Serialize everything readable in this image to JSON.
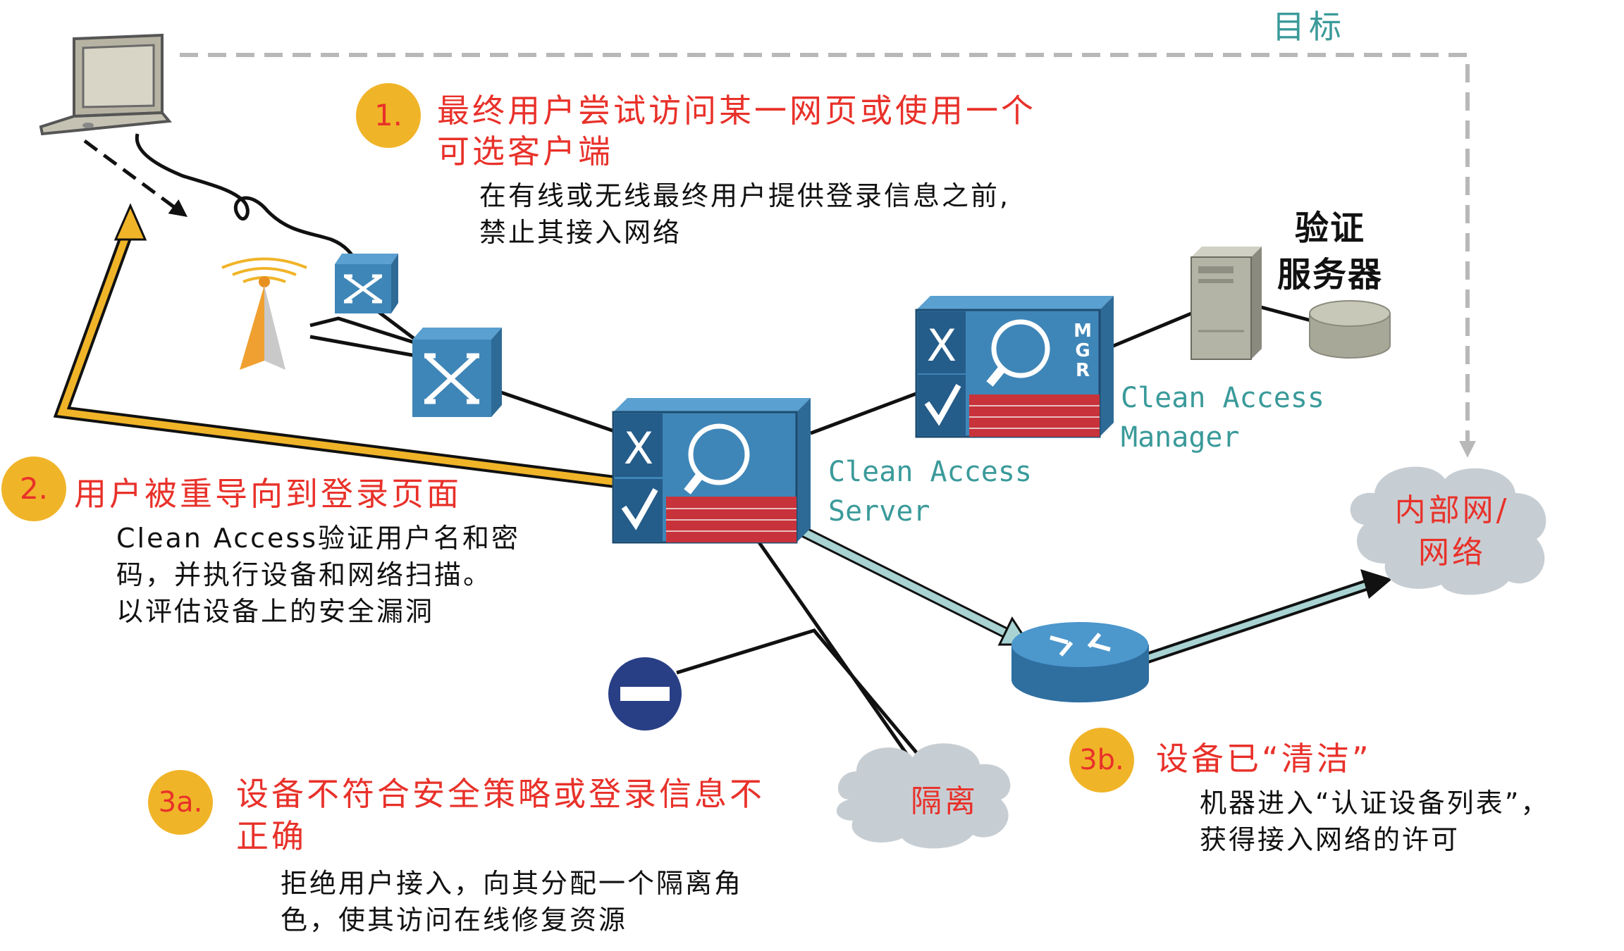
{
  "target_label": "目标",
  "steps": {
    "s1": {
      "badge": "1.",
      "title_line1": "最终用户尝试访问某一网页或使用一个",
      "title_line2": "可选客户端",
      "desc_line1": "在有线或无线最终用户提供登录信息之前,",
      "desc_line2": "禁止其接入网络"
    },
    "s2": {
      "badge": "2.",
      "title": "用户被重导向到登录页面",
      "desc_line1": "Clean Access验证用户名和密",
      "desc_line2": "码，并执行设备和网络扫描。",
      "desc_line3": "以评估设备上的安全漏洞"
    },
    "s3a": {
      "badge": "3a.",
      "title_line1": "设备不符合安全策略或登录信息不",
      "title_line2": "正确",
      "desc_line1": "拒绝用户接入，向其分配一个隔离角",
      "desc_line2": "色，使其访问在线修复资源"
    },
    "s3b": {
      "badge": "3b.",
      "title": "设备已“清洁”",
      "desc_line1": "机器进入“认证设备列表”，",
      "desc_line2": "获得接入网络的许可"
    }
  },
  "labels": {
    "auth_server_line1": "验证",
    "auth_server_line2": "服务器",
    "cas_line1": "Clean Access",
    "cas_line2": "Server",
    "cam_line1": "Clean Access",
    "cam_line2": "Manager",
    "internal_net_line1": "内部网/",
    "internal_net_line2": "网络",
    "quarantine": "隔离",
    "mgr_letters": "MGR",
    "x_mark": "X"
  },
  "colors": {
    "red_text": "#e8312a",
    "teal_text": "#3b9a9a",
    "badge": "#f0b428",
    "device_blue": "#3f86b8",
    "firewall_red": "#c8323a",
    "cloud": "#c7ced3",
    "teal_arrow": "#a9d3d3"
  }
}
